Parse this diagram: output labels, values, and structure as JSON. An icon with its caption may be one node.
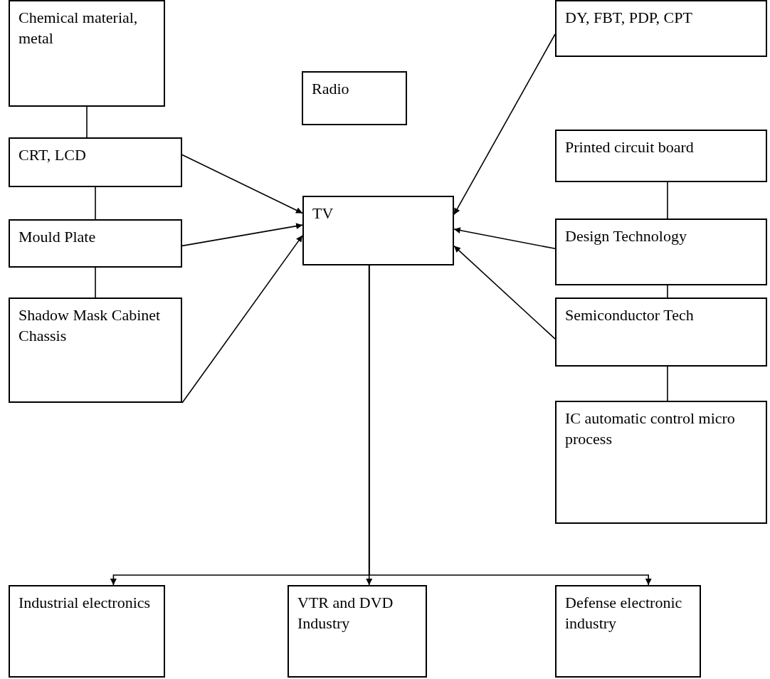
{
  "diagram": {
    "nodes": [
      {
        "text": [
          "Chemical material, metal"
        ]
      },
      {
        "text": [
          "Radio"
        ]
      },
      {
        "text": [
          "DY, FBT, PDP, CPT"
        ]
      },
      {
        "text": [
          "CRT, LCD"
        ]
      },
      {
        "text": [
          "TV"
        ]
      },
      {
        "text": [
          "Printed circuit board"
        ]
      },
      {
        "text": [
          "Mould Plate"
        ]
      },
      {
        "text": [
          "Design Technology"
        ]
      },
      {
        "text": [
          "Shadow Mask Cabinet Chassis"
        ]
      },
      {
        "text": [
          "Semiconductor Tech"
        ]
      },
      {
        "text": [
          "IC automatic control micro process"
        ]
      },
      {
        "text": [
          "Industrial electronics"
        ]
      },
      {
        "text": [
          "VTR and DVD Industry"
        ]
      },
      {
        "text": [
          "Defense electronic industry"
        ]
      }
    ],
    "edges": [
      {
        "from": 0,
        "to": 3,
        "arrow": "none"
      },
      {
        "from": 3,
        "to": 6,
        "arrow": "none"
      },
      {
        "from": 6,
        "to": 8,
        "arrow": "none"
      },
      {
        "from": 3,
        "to": 4,
        "arrow": "to"
      },
      {
        "from": 6,
        "to": 4,
        "arrow": "to"
      },
      {
        "from": 8,
        "to": 4,
        "arrow": "to"
      },
      {
        "from": 2,
        "to": 4,
        "arrow": "to"
      },
      {
        "from": 7,
        "to": 4,
        "arrow": "to"
      },
      {
        "from": 9,
        "to": 4,
        "arrow": "to"
      },
      {
        "from": 5,
        "to": 7,
        "arrow": "none"
      },
      {
        "from": 7,
        "to": 9,
        "arrow": "none"
      },
      {
        "from": 9,
        "to": 10,
        "arrow": "none"
      },
      {
        "from": 4,
        "to": 11,
        "arrow": "to"
      },
      {
        "from": 4,
        "to": 12,
        "arrow": "to"
      },
      {
        "from": 4,
        "to": 13,
        "arrow": "to"
      }
    ]
  }
}
